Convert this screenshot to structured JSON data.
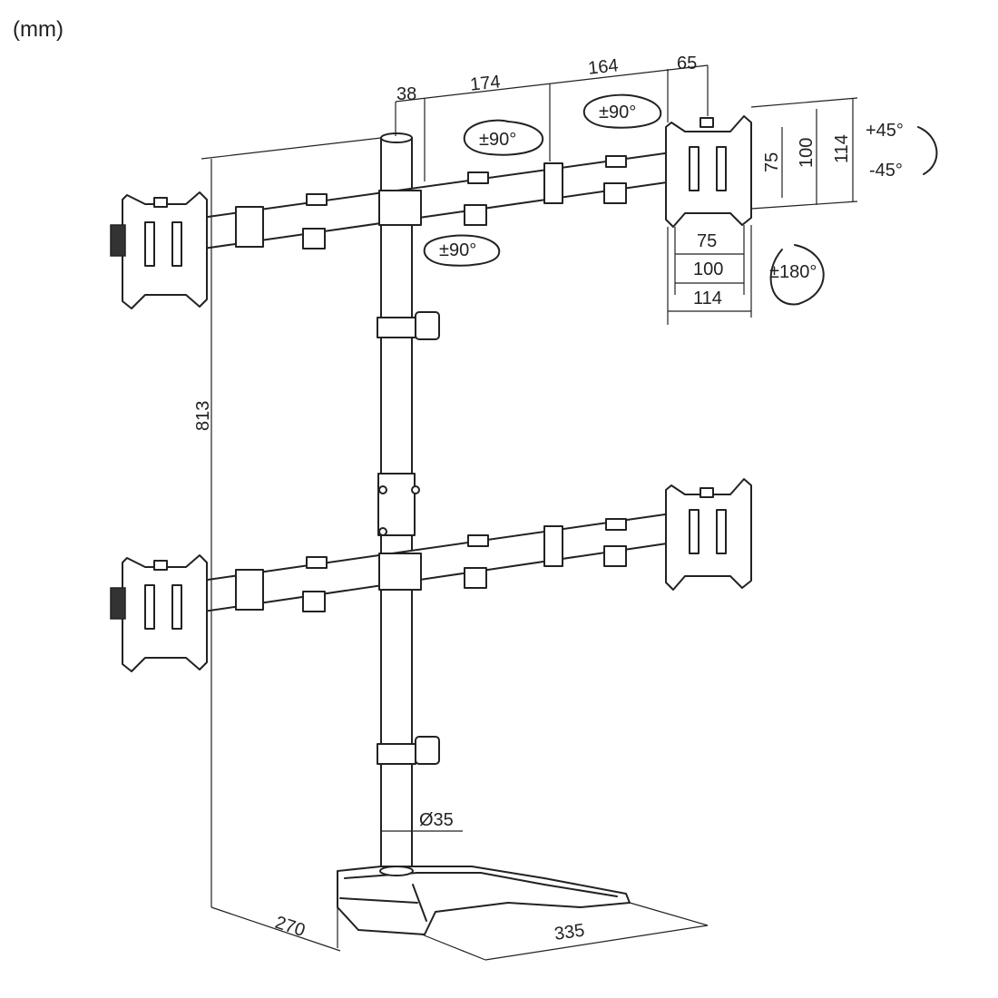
{
  "unit_label": "(mm)",
  "dimensions": {
    "arm_offset_38": "38",
    "arm_seg_174": "174",
    "arm_seg_164": "164",
    "plate_depth_65": "65",
    "height_813": "813",
    "base_depth_270": "270",
    "base_width_335": "335",
    "pole_diameter": "Ø35",
    "vesa_v_75": "75",
    "vesa_v_100": "100",
    "vesa_v_114": "114",
    "vesa_h_75": "75",
    "vesa_h_100": "100",
    "vesa_h_114": "114"
  },
  "rotations": {
    "swivel_top": "±90°",
    "swivel_mid": "±90°",
    "swivel_low": "±90°",
    "tilt_up": "+45°",
    "tilt_down": "-45°",
    "rotate": "±180°"
  },
  "colors": {
    "line": "#222222",
    "background": "#ffffff"
  }
}
